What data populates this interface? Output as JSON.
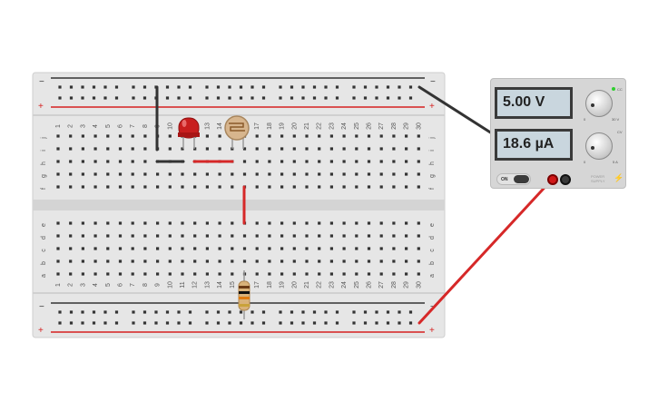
{
  "breadboard": {
    "rail_minus": "−",
    "rail_plus": "+",
    "column_numbers": [
      "1",
      "2",
      "3",
      "4",
      "5",
      "6",
      "7",
      "8",
      "9",
      "10",
      "11",
      "12",
      "13",
      "14",
      "15",
      "16",
      "17",
      "18",
      "19",
      "20",
      "21",
      "22",
      "23",
      "24",
      "25",
      "26",
      "27",
      "28",
      "29",
      "30"
    ],
    "row_letters_top": [
      "j",
      "i",
      "h",
      "g",
      "f"
    ],
    "row_letters_bottom": [
      "e",
      "d",
      "c",
      "b",
      "a"
    ]
  },
  "power_supply": {
    "voltage_display": "5.00 V",
    "current_display": "18.6 µA",
    "cc_label": "CC",
    "cv_label": "CV",
    "voltage_min": "0",
    "voltage_max": "30 V",
    "current_min": "0",
    "current_max": "5 A",
    "on_label": "ON",
    "brand_text": "POWER SUPPLY",
    "indicator_color": "#2fcf2f"
  },
  "colors": {
    "wire_red": "#d62828",
    "wire_black": "#333333",
    "rail_red": "#d62020",
    "board": "#e6e6e6"
  }
}
